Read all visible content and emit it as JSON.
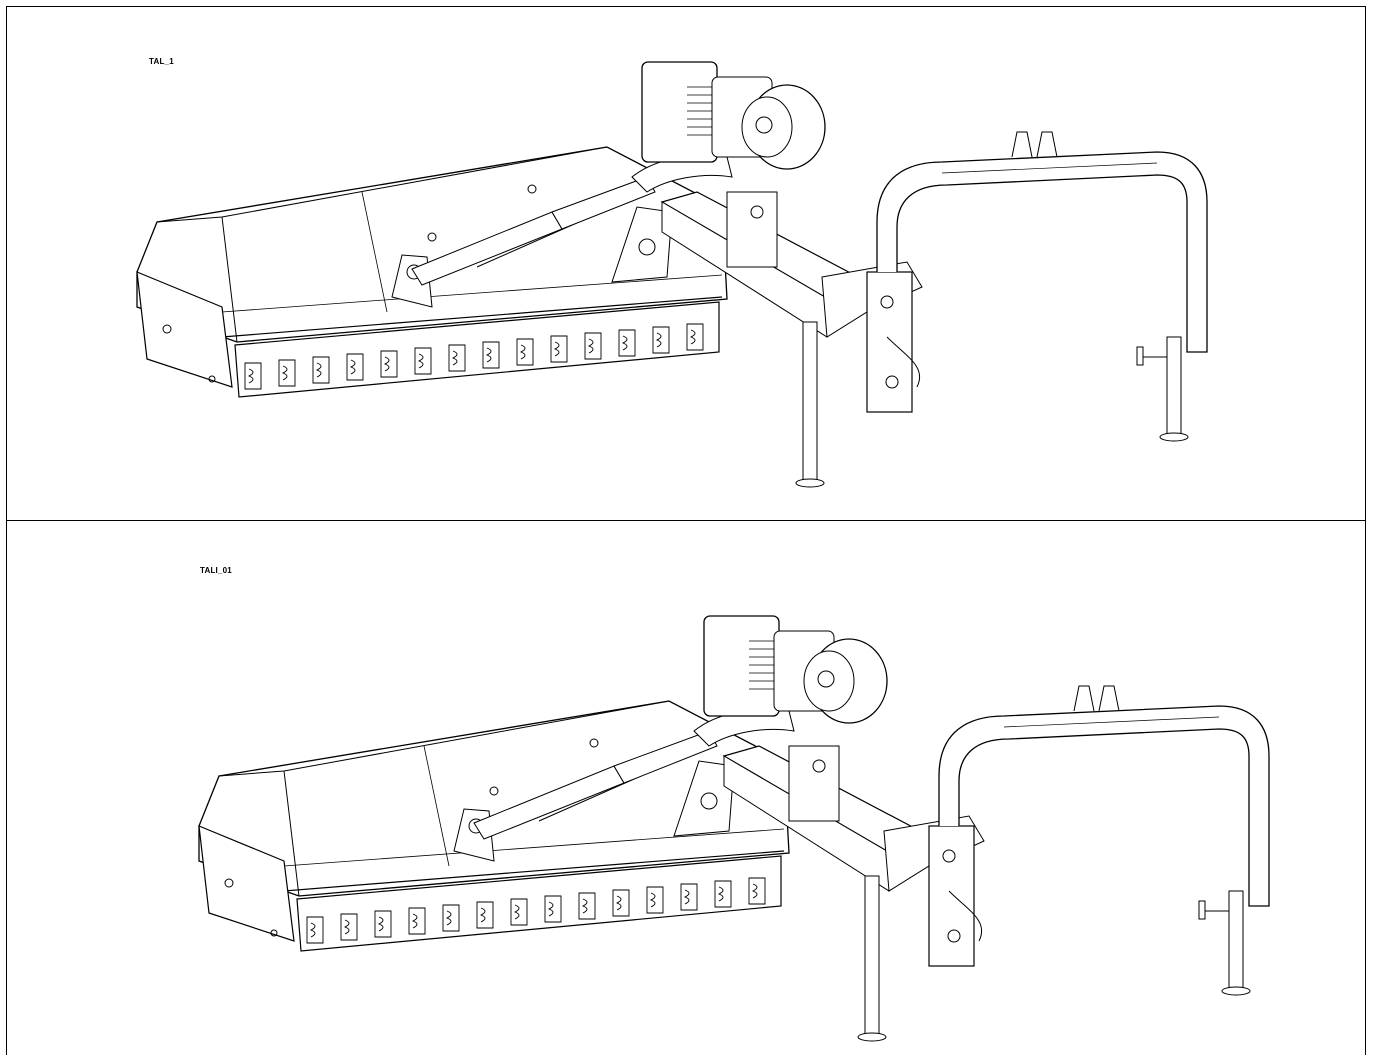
{
  "panels": [
    {
      "label": "TAL_1",
      "view": "machine-view-1"
    },
    {
      "label": "TALI_01",
      "view": "machine-view-2"
    }
  ],
  "colors": {
    "line": "#000000",
    "background": "#ffffff",
    "shade": "#d8d8d8"
  }
}
